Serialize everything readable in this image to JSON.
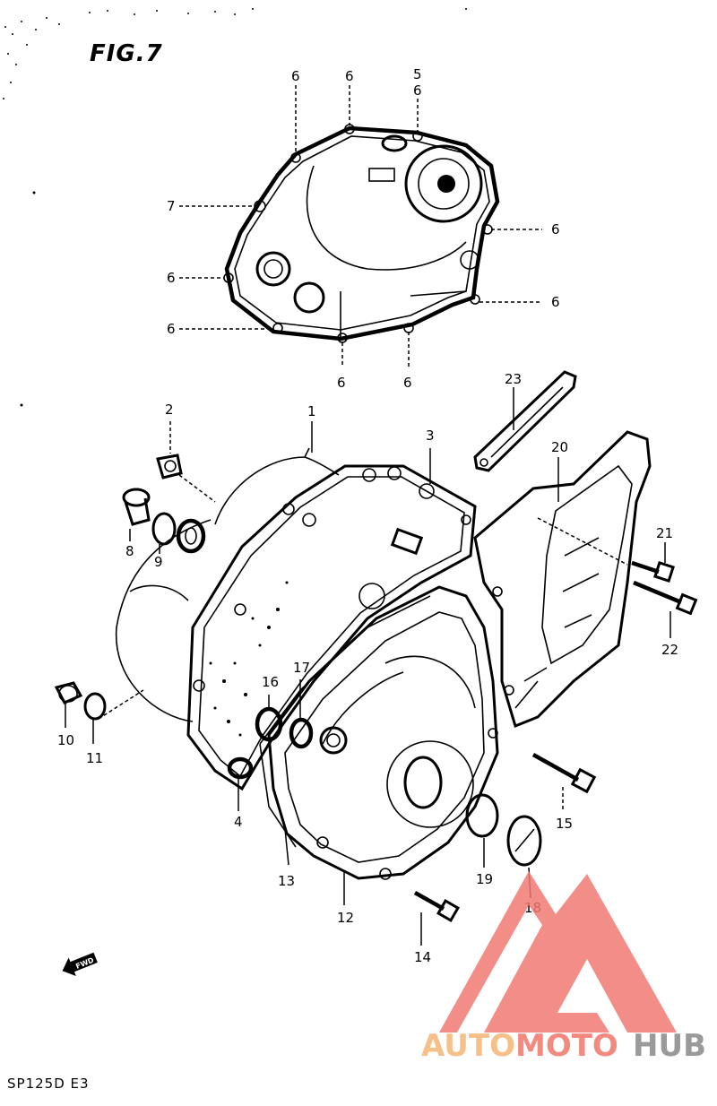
{
  "figure": {
    "title": "FIG.7",
    "model_code": "SP125D E3",
    "direction_label": "FWD"
  },
  "callouts": {
    "c1": "1",
    "c2": "2",
    "c3": "3",
    "c4": "4",
    "c5": "5",
    "c6a": "6",
    "c6b": "6",
    "c6c": "6",
    "c6d": "6",
    "c6e": "6",
    "c6f": "6",
    "c6g": "6",
    "c6h": "6",
    "c6i": "6",
    "c7": "7",
    "c8": "8",
    "c9": "9",
    "c10": "10",
    "c11": "11",
    "c12": "12",
    "c13": "13",
    "c14": "14",
    "c15": "15",
    "c16": "16",
    "c17": "17",
    "c18": "18",
    "c19": "19",
    "c20": "20",
    "c21": "21",
    "c22": "22",
    "c23": "23"
  },
  "watermark": {
    "part1": "AUTO",
    "part2": "MOTO",
    "part3": "HUB",
    "colors": {
      "auto": "#f5c089",
      "moto": "#f28a80",
      "hub": "#9a9a9a",
      "triangle": "#f07a72"
    }
  }
}
